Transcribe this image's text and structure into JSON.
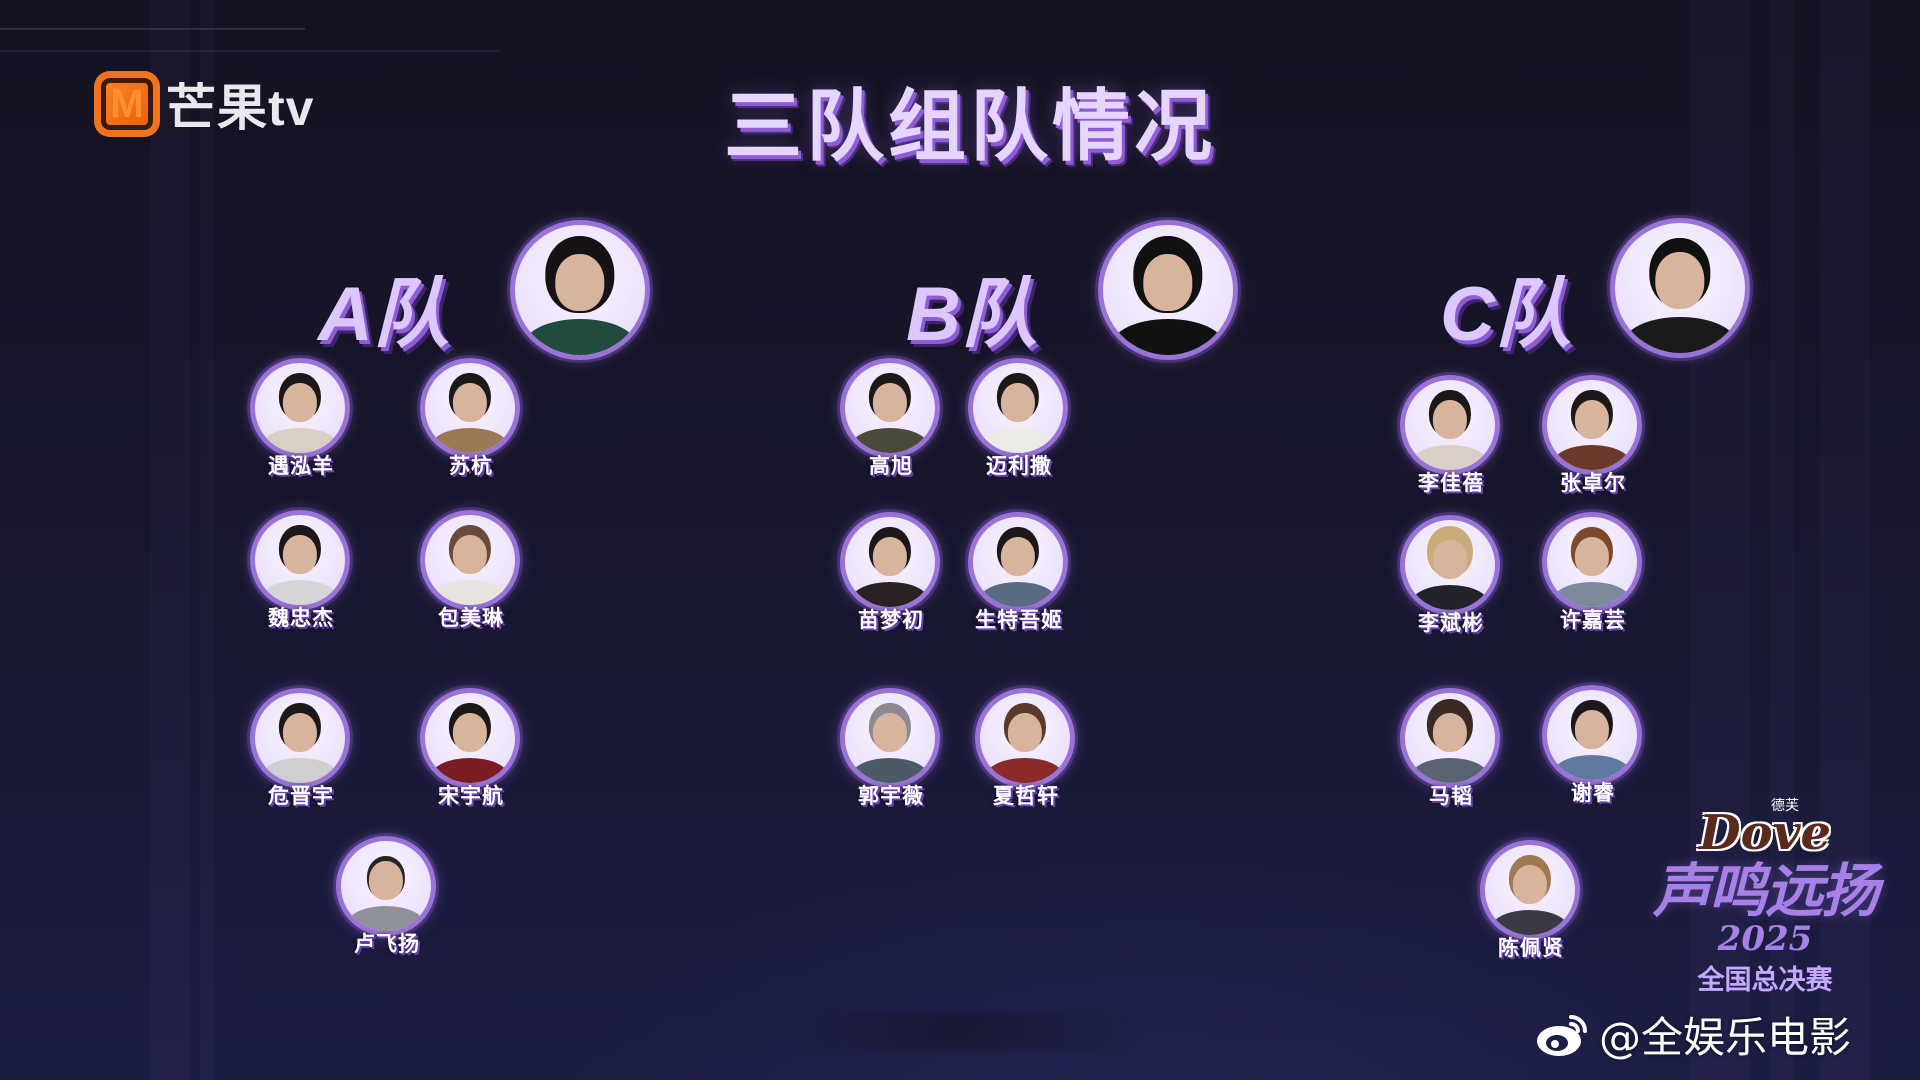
{
  "broadcaster": {
    "logo_mark": "M",
    "logo_text": "芒果tv",
    "brand_color": "#f07420"
  },
  "title": "三队组队情况",
  "teams": [
    {
      "label": "A队",
      "captain": "captain-a",
      "members": [
        "遇泓羊",
        "苏杭",
        "魏忠杰",
        "包美琳",
        "危晋宇",
        "宋宇航",
        "卢飞扬"
      ]
    },
    {
      "label": "B队",
      "captain": "captain-b",
      "members": [
        "高旭",
        "迈利撒",
        "苗梦初",
        "生特吾姬",
        "郭宇薇",
        "夏哲轩"
      ]
    },
    {
      "label": "C队",
      "captain": "captain-c",
      "members": [
        "李佳蓓",
        "张卓尔",
        "李斌彬",
        "许嘉芸",
        "马韬",
        "谢睿",
        "陈佩贤"
      ]
    }
  ],
  "sponsor": {
    "brand_small": "德芙",
    "brand": "Dove"
  },
  "show": {
    "name": "声鸣远扬",
    "year": "2025",
    "subtitle": "全国总决赛"
  },
  "watermark": {
    "icon": "weibo-icon",
    "handle": "@全娱乐电影"
  },
  "colors": {
    "accent": "#9a73d8",
    "title_fill": "#e6d6ff",
    "title_shadow": "#8d5cd6",
    "background": "#17162c"
  }
}
